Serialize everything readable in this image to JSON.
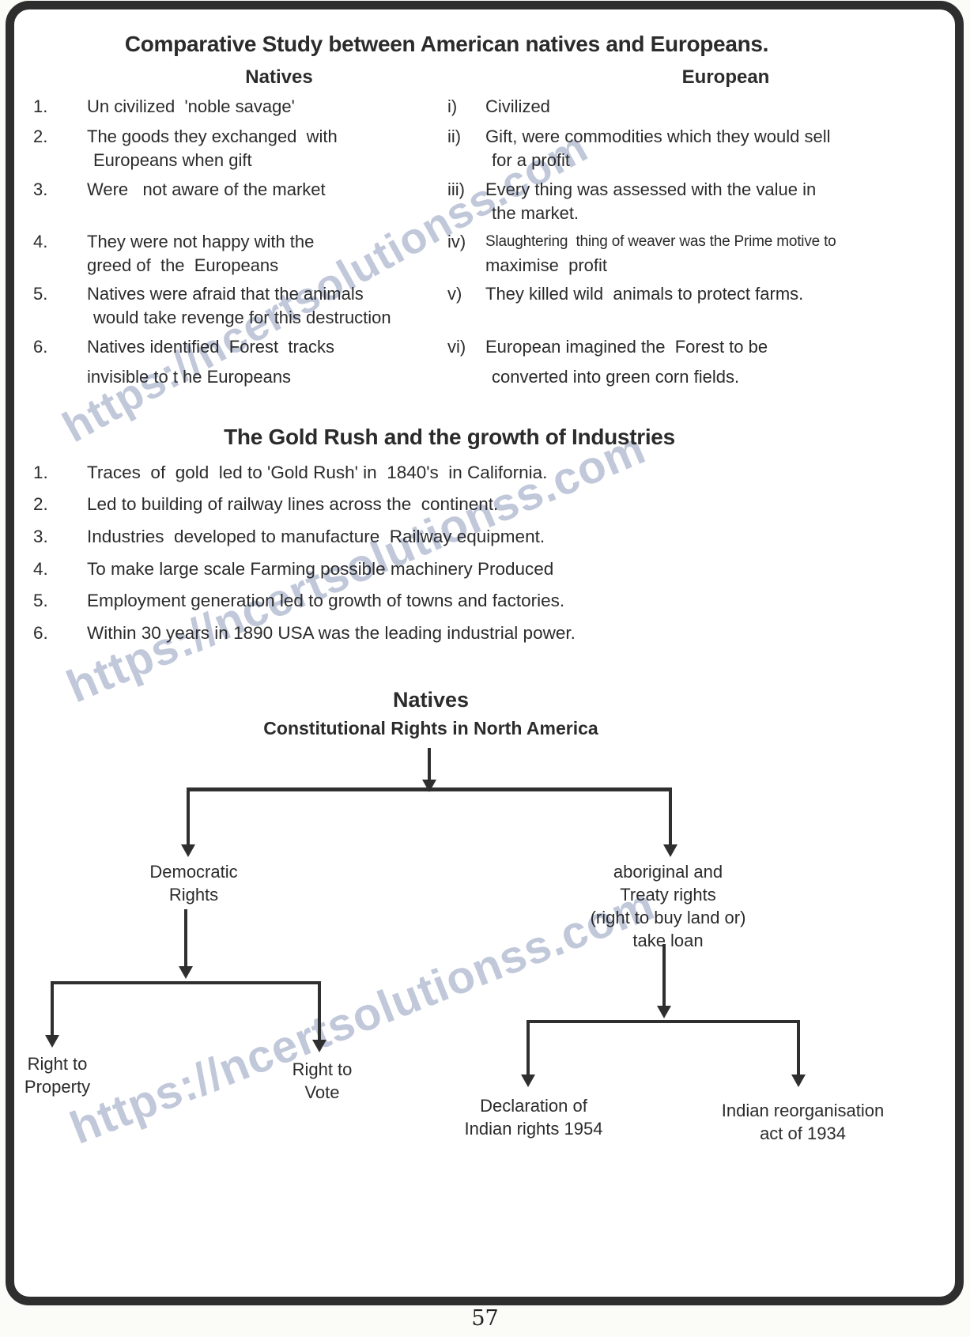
{
  "page": {
    "number": "57",
    "watermark_text": "https://ncertsolutionss.com",
    "watermark_color": "#7e8bb2"
  },
  "comparison": {
    "title": "Comparative  Study between American natives and Europeans.",
    "columns": {
      "left": "Natives",
      "right": "European"
    },
    "rows": [
      {
        "num": "1.",
        "marker": "i)",
        "left_lines": [
          "Un civilized  'noble savage'"
        ],
        "right_lines": [
          "Civilized"
        ]
      },
      {
        "num": "2.",
        "marker": "ii)",
        "left_lines": [
          "The goods they exchanged  with",
          "Europeans when gift"
        ],
        "right_lines": [
          "Gift, were commodities which they would sell",
          "for a profit"
        ]
      },
      {
        "num": "3.",
        "marker": "iii)",
        "left_lines": [
          "Were   not aware of the market"
        ],
        "right_lines": [
          "Every thing was assessed with the value in",
          "the market."
        ]
      },
      {
        "num": "4.",
        "marker": "iv)",
        "left_lines": [
          "They were not happy with the",
          "greed of  the  Europeans"
        ],
        "right_lines": [
          "Slaughtering  thing of weaver was the Prime motive to",
          "maximise  profit"
        ]
      },
      {
        "num": "5.",
        "marker": "v)",
        "left_lines": [
          "Natives were afraid that the animals",
          "would take revenge for this destruction"
        ],
        "right_lines": [
          "They killed wild  animals to protect farms."
        ]
      },
      {
        "num": "6.",
        "marker": "vi)",
        "left_lines": [
          "Natives identified  Forest  tracks",
          "invisible to t he Europeans"
        ],
        "right_lines": [
          "European imagined the  Forest to be",
          "converted into green corn fields."
        ]
      }
    ]
  },
  "gold_rush": {
    "title": "The Gold Rush and  the growth of Industries",
    "items": [
      {
        "num": "1.",
        "text": "Traces  of  gold  led to 'Gold Rush' in  1840's  in California."
      },
      {
        "num": "2.",
        "text": "Led to building of railway lines across the  continent."
      },
      {
        "num": "3.",
        "text": "Industries  developed to manufacture  Railway equipment."
      },
      {
        "num": "4.",
        "text": "To make large scale Farming possible machinery Produced"
      },
      {
        "num": "5.",
        "text": "Employment generation led to growth of towns and factories."
      },
      {
        "num": "6.",
        "text": "Within 30 years in 1890 USA was the leading industrial power."
      }
    ]
  },
  "flowchart": {
    "root_title": "Natives",
    "root_subtitle": "Constitutional Rights in North America",
    "branch_left": {
      "lines": [
        "Democratic",
        "Rights"
      ]
    },
    "branch_right": {
      "lines": [
        "aboriginal and",
        "Treaty rights",
        "(right to buy land or)",
        "take loan"
      ]
    },
    "leaf_left_1": {
      "lines": [
        "Right to",
        "Property"
      ]
    },
    "leaf_left_2": {
      "lines": [
        "Right to",
        "Vote"
      ]
    },
    "leaf_right_1": {
      "lines": [
        "Declaration of",
        "Indian rights 1954"
      ]
    },
    "leaf_right_2": {
      "lines": [
        "Indian reorganisation",
        "act of 1934"
      ]
    }
  }
}
